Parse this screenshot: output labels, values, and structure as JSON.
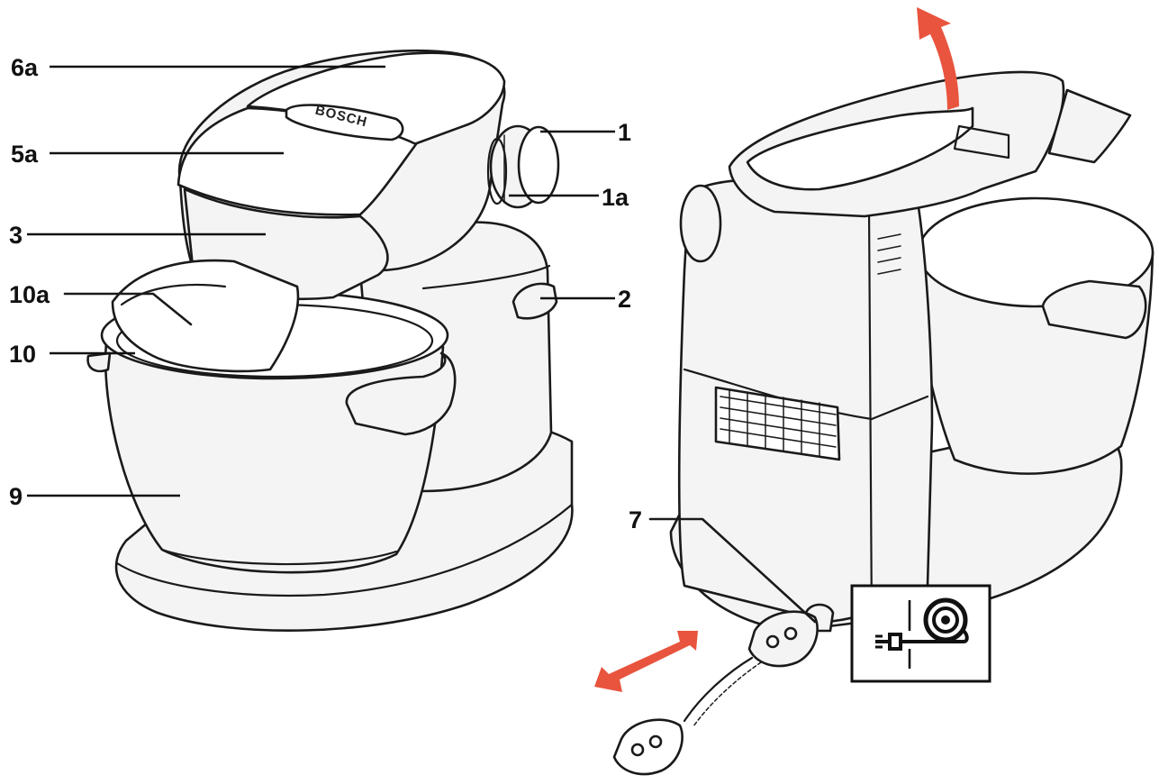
{
  "brand": "BOSCH",
  "callouts": [
    {
      "id": "6a",
      "text": "6a"
    },
    {
      "id": "5a",
      "text": "5a"
    },
    {
      "id": "3",
      "text": "3"
    },
    {
      "id": "10a",
      "text": "10a"
    },
    {
      "id": "10",
      "text": "10"
    },
    {
      "id": "9",
      "text": "9"
    },
    {
      "id": "1",
      "text": "1"
    },
    {
      "id": "1a",
      "text": "1a"
    },
    {
      "id": "2",
      "text": "2"
    },
    {
      "id": "7",
      "text": "7"
    }
  ],
  "icons": {
    "cable_storage": "cable-storage-icon",
    "lift_arrow": "lift-arrow-icon",
    "plug_arrow": "double-arrow-icon"
  },
  "colors": {
    "arrow": "#e8543e",
    "outline": "#1a1a1a",
    "fill": "#f4f4f4"
  }
}
